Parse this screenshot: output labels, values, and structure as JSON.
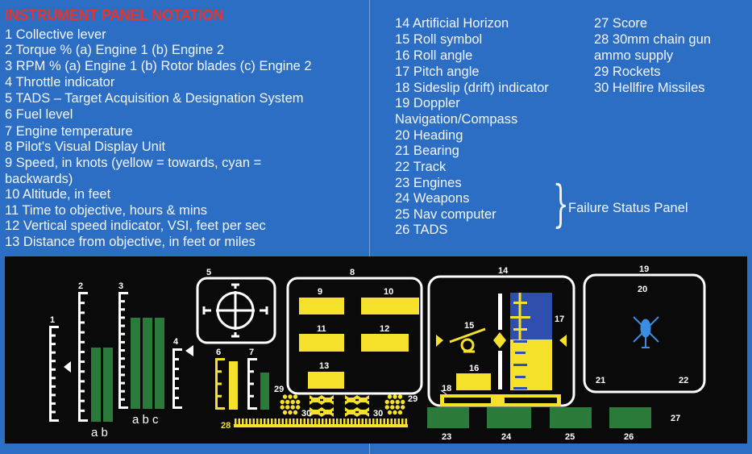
{
  "title": "INSTRUMENT PANEL NOTATION",
  "left_items": [
    "1 Collective lever",
    "2 Torque %  (a) Engine 1 (b) Engine 2",
    "3 RPM % (a) Engine 1 (b) Rotor blades (c) Engine 2",
    "4 Throttle indicator",
    "5 TADS – Target Acquisition & Designation System",
    "6 Fuel level",
    "7 Engine temperature",
    "8 Pilot's Visual Display Unit",
    "9 Speed, in knots (yellow = towards, cyan =",
    "backwards)",
    "10 Altitude, in feet",
    "11 Time to objective, hours & mins",
    "12 Vertical speed indicator, VSI, feet per sec",
    "13 Distance from objective, in feet or miles"
  ],
  "middle_items": [
    "14 Artificial Horizon",
    "15 Roll symbol",
    "16 Roll angle",
    "17 Pitch angle",
    "18 Sideslip (drift) indicator",
    "19 Doppler",
    "Navigation/Compass",
    "20 Heading",
    "21 Bearing",
    "22 Track",
    "23 Engines",
    "24 Weapons",
    "25 Nav computer",
    "26 TADS"
  ],
  "right_items": [
    "27 Score",
    "28 30mm chain gun",
    "ammo supply",
    "29 Rockets",
    "30 Hellfire Missiles"
  ],
  "bracket_glyph": "}",
  "failure_label": "Failure Status Panel",
  "panel_labels": {
    "n1": "1",
    "n2": "2",
    "n3": "3",
    "n4": "4",
    "n5": "5",
    "n6": "6",
    "n7": "7",
    "n8": "8",
    "n9": "9",
    "n10": "10",
    "n11": "11",
    "n12": "12",
    "n13": "13",
    "n14": "14",
    "n15": "15",
    "n16": "16",
    "n17": "17",
    "n18": "18",
    "n19": "19",
    "n20": "20",
    "n21": "21",
    "n22": "22",
    "n23": "23",
    "n24": "24",
    "n25": "25",
    "n26": "26",
    "n27": "27",
    "n28": "28",
    "n29a": "29",
    "n29b": "29",
    "n30a": "30",
    "n30b": "30",
    "ab": "a b",
    "abc": "a b c"
  },
  "colors": {
    "background": "#2b6ec4",
    "title": "#e8332b",
    "panel": "#0a0a0a",
    "yellow": "#f5e12a",
    "green": "#2a7a3a",
    "blue": "#2f4fae",
    "cyan": "#3a8de0"
  }
}
